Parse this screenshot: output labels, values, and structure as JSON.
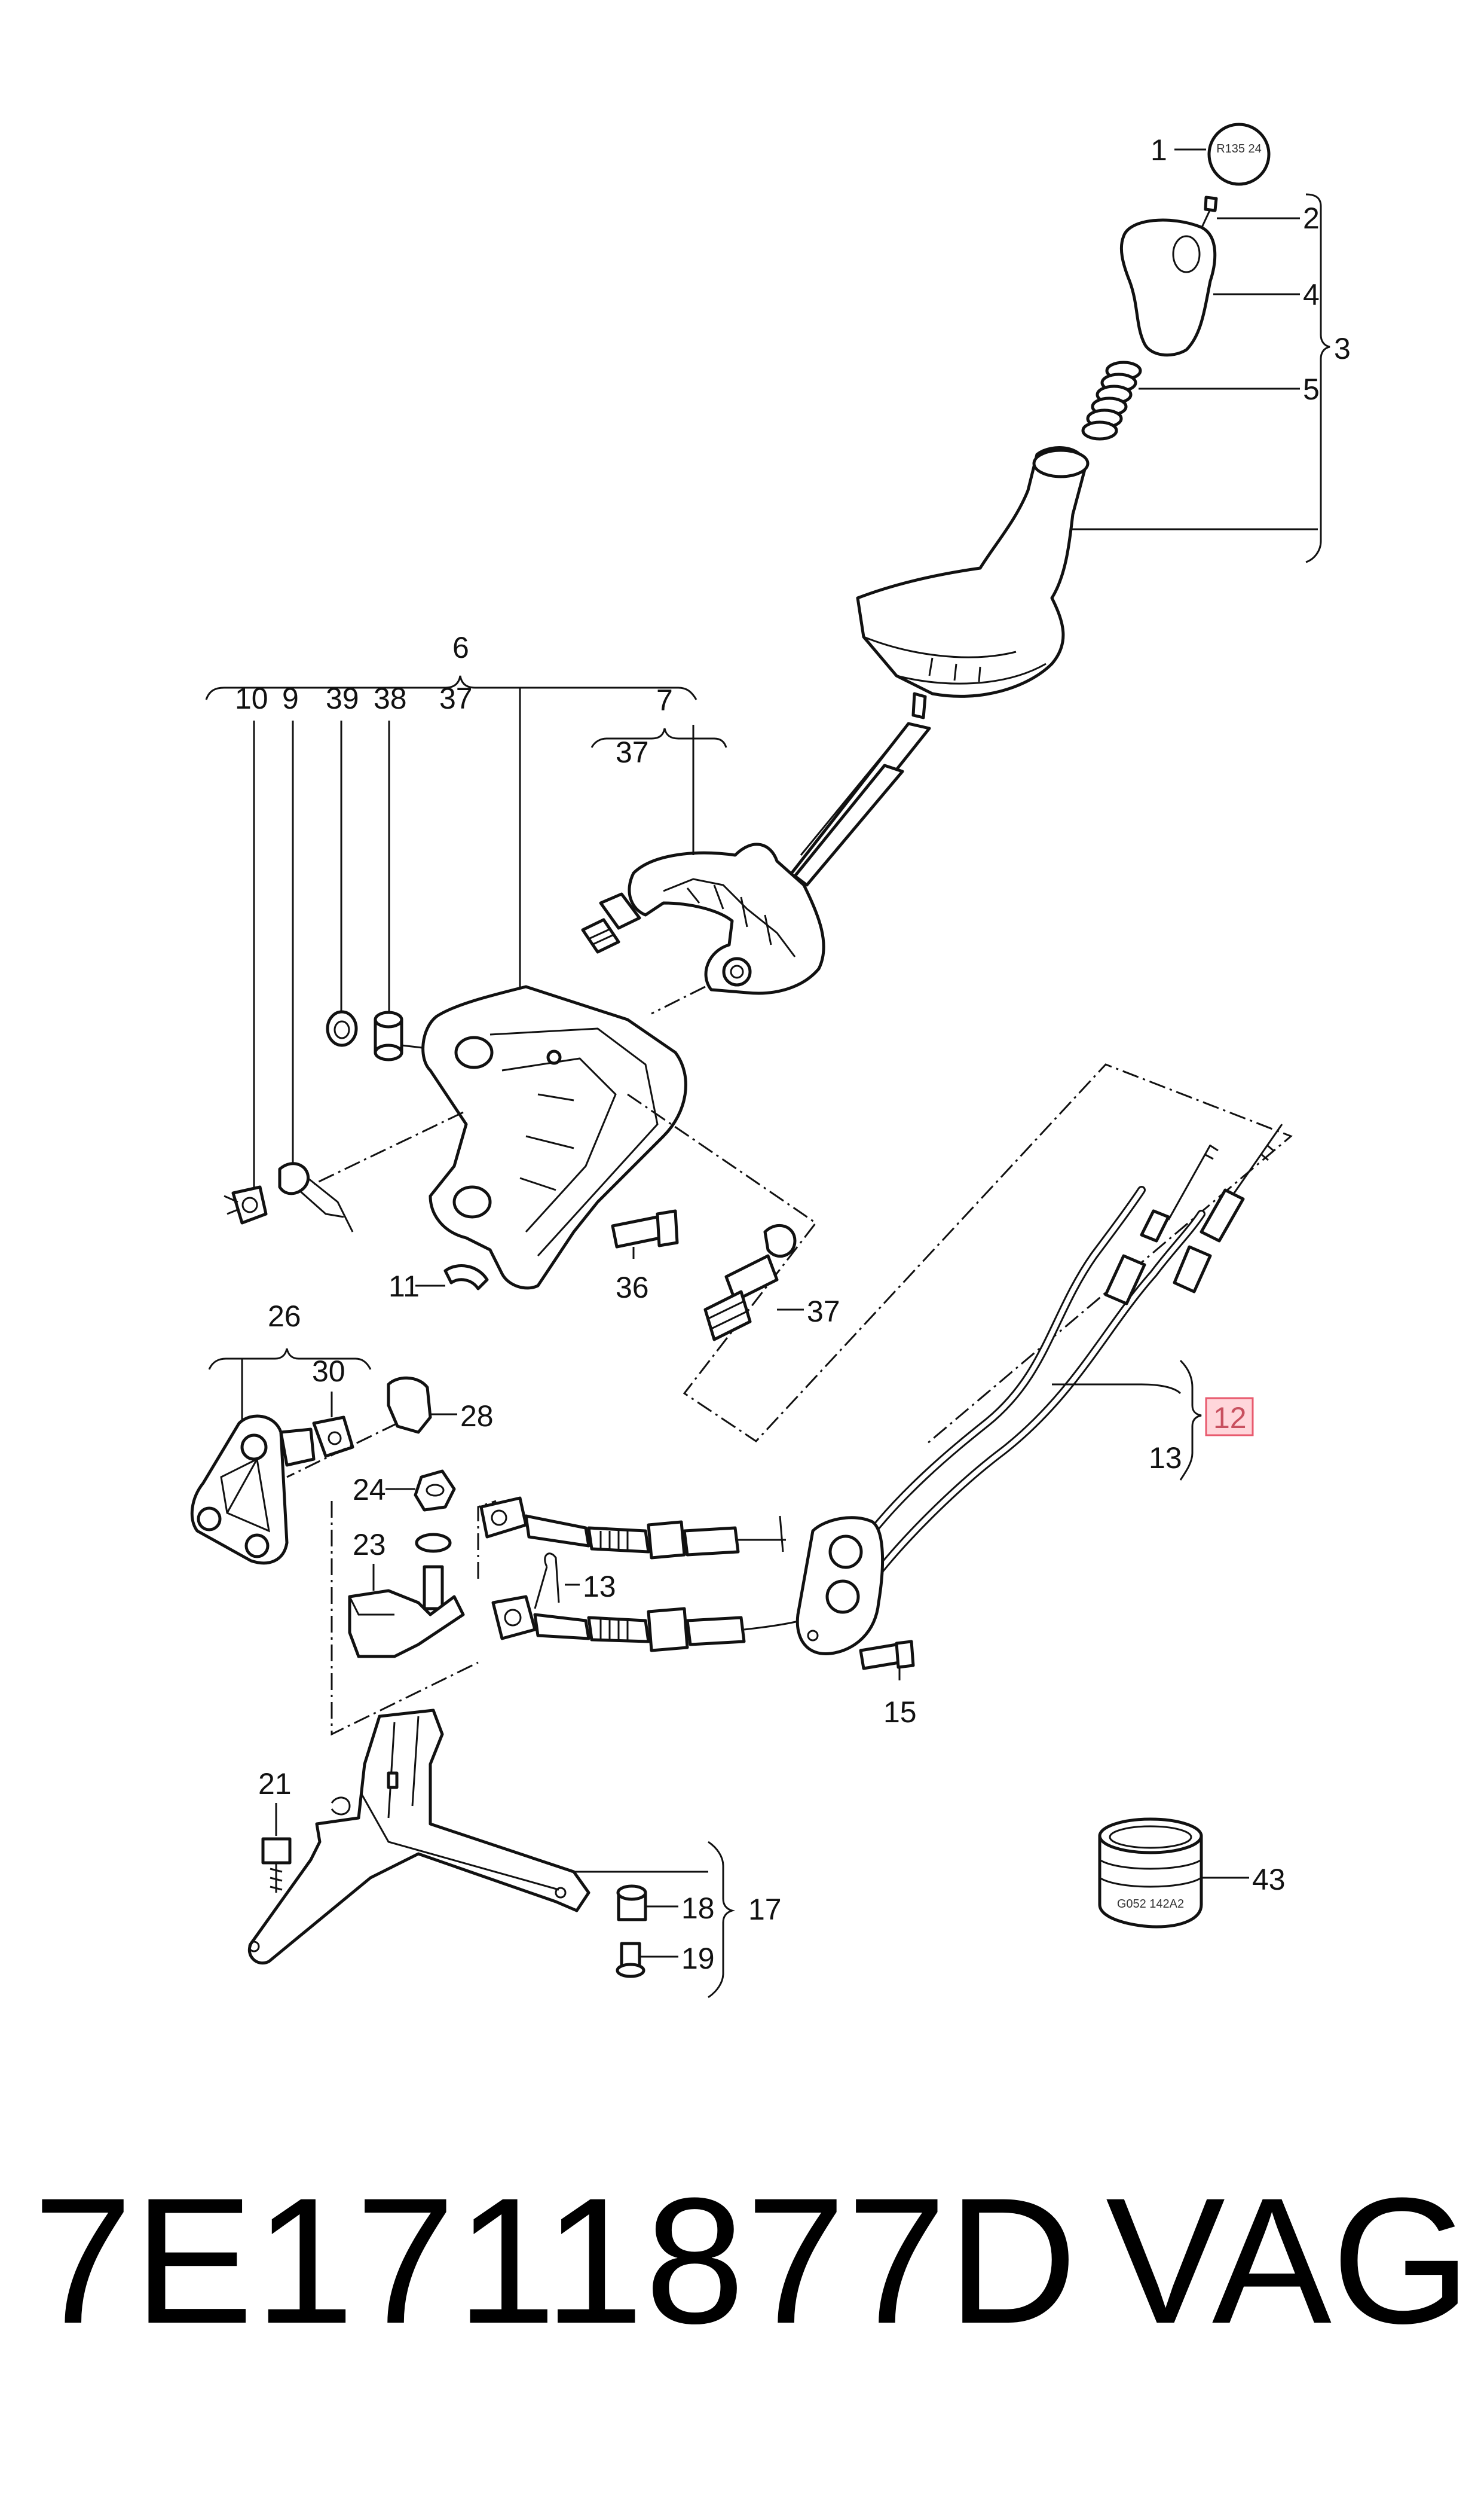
{
  "diagram": {
    "callouts": {
      "c1": "1",
      "c2": "2",
      "c3": "3",
      "c4": "4",
      "c5": "5",
      "c6": "6",
      "c7": "7",
      "c7_37": "37",
      "c10": "10",
      "c9": "9",
      "c39": "39",
      "c38": "38",
      "c6_37": "37",
      "c11": "11",
      "c36": "36",
      "c37": "37",
      "c26": "26",
      "c30": "30",
      "c28": "28",
      "c24": "24",
      "c23": "23",
      "c12": "12",
      "c13a": "13",
      "c13b": "13",
      "c15": "15",
      "c21": "21",
      "c18": "18",
      "c17": "17",
      "c19": "19",
      "c43": "43"
    },
    "knob_pattern": "R135 24",
    "sleeve_marking": "G052 142A2",
    "highlighted_callout": "12"
  },
  "footer": {
    "part_number": "7E1711877D",
    "brand": "VAG"
  }
}
